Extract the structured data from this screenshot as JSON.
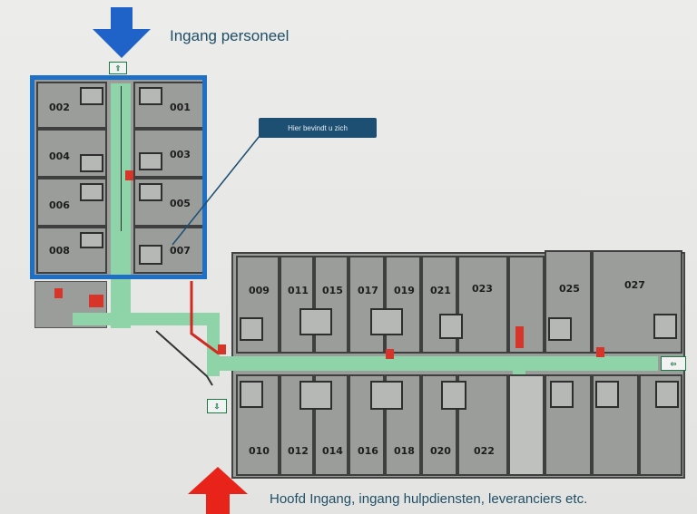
{
  "labels": {
    "staff_entrance": "Ingang personeel",
    "main_entrance": "Hoofd Ingang, ingang  hulpdiensten, leveranciers etc.",
    "you_are_here": "Hier bevindt u zich"
  },
  "rooms": {
    "r001": "001",
    "r002": "002",
    "r003": "003",
    "r004": "004",
    "r005": "005",
    "r006": "006",
    "r007": "007",
    "r008": "008",
    "r009": "009",
    "r011": "011",
    "r015": "015",
    "r017": "017",
    "r019": "019",
    "r021": "021",
    "r023": "023",
    "r025": "025",
    "r027": "027",
    "r010": "010",
    "r012": "012",
    "r014": "014",
    "r016": "016",
    "r018": "018",
    "r020": "020",
    "r022": "022"
  },
  "colors": {
    "highlight_frame": "#1e6fc6",
    "arrow_top": "#1f63c9",
    "arrow_bottom": "#e8241a",
    "corridor": "#8fd3a9",
    "room_fill": "#9a9d9a"
  },
  "icons": {
    "arrow_top": "arrow-down-icon",
    "arrow_bottom": "arrow-up-icon",
    "exit": "emergency-exit-icon",
    "fire": "fire-extinguisher-icon"
  }
}
